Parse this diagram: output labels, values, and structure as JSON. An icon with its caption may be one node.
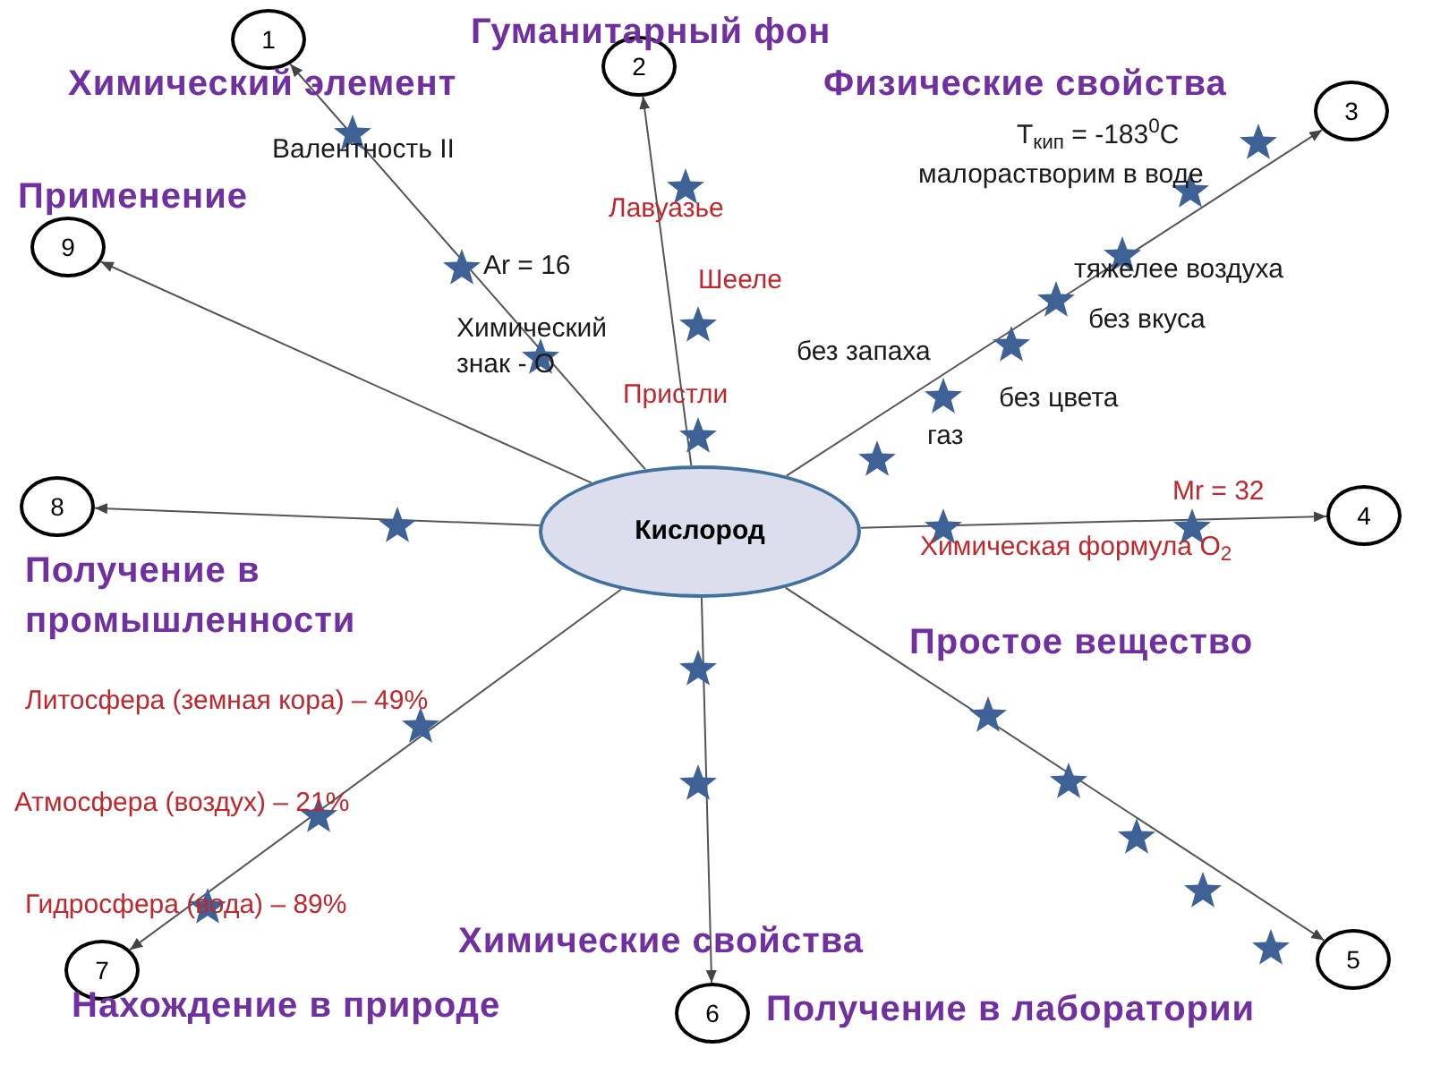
{
  "diagram": {
    "nodes": [
      {
        "text": [
          "Кислород"
        ]
      },
      {
        "text": [
          "1"
        ]
      },
      {
        "text": [
          "2"
        ]
      },
      {
        "text": [
          "3"
        ]
      },
      {
        "text": [
          "4"
        ]
      },
      {
        "text": [
          "5"
        ]
      },
      {
        "text": [
          "6"
        ]
      },
      {
        "text": [
          "7"
        ]
      },
      {
        "text": [
          "8"
        ]
      },
      {
        "text": [
          "9"
        ]
      }
    ],
    "edges": [
      {
        "from": 0,
        "to": 1,
        "arrow": "to"
      },
      {
        "from": 0,
        "to": 2,
        "arrow": "to"
      },
      {
        "from": 0,
        "to": 3,
        "arrow": "to"
      },
      {
        "from": 0,
        "to": 4,
        "arrow": "to"
      },
      {
        "from": 0,
        "to": 5,
        "arrow": "to"
      },
      {
        "from": 0,
        "to": 6,
        "arrow": "to"
      },
      {
        "from": 0,
        "to": 7,
        "arrow": "to"
      },
      {
        "from": 0,
        "to": 8,
        "arrow": "to"
      },
      {
        "from": 0,
        "to": 9,
        "arrow": "to"
      }
    ],
    "labels": [
      "Гуманитарный фон",
      "Химический элемент",
      "Физические свойства",
      "T$_{кип}$ = -183$^{0}$C",
      "Валентность II",
      "малорастворим в воде",
      "Применение",
      "Лавуазье",
      "Ar = 16",
      "Шееле",
      "тяжелее воздуха",
      "без вкуса",
      "Химический знак - О",
      "без запаха",
      "Пристли",
      "без цвета",
      "газ",
      "Mr = 32",
      "Химическая формула O$_{2}$",
      "Получение в промышленности",
      "Простое вещество",
      "Литосфера (земная кора) – 49%",
      "Атмосфера (воздух) – 21%",
      "Гидросфера (вода) – 89%",
      "Химические свойства",
      "Нахождение в природе",
      "Получение в лаборатории"
    ]
  }
}
